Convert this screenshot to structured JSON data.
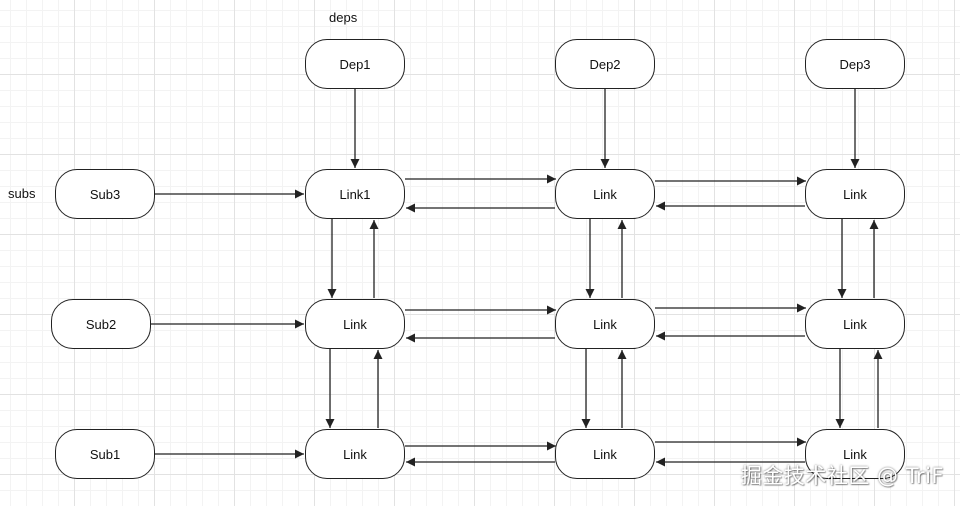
{
  "labels": {
    "deps": "deps",
    "subs": "subs"
  },
  "nodes": {
    "dep1": "Dep1",
    "dep2": "Dep2",
    "dep3": "Dep3",
    "sub3": "Sub3",
    "sub2": "Sub2",
    "sub1": "Sub1",
    "link1": "Link1",
    "link": "Link"
  },
  "watermark": "掘金技术社区 @ TriF",
  "colors": {
    "stroke": "#222222",
    "background": "#ffffff"
  }
}
